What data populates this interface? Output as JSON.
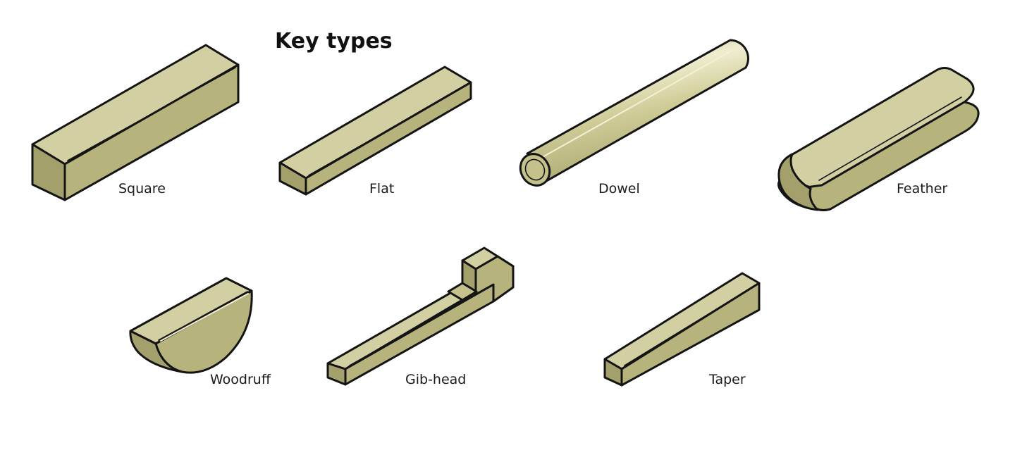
{
  "title": "Key types",
  "colors": {
    "top": "#d2d0a2",
    "front": "#b6b37c",
    "side": "#a3a06b",
    "outline": "#141414",
    "highlight": "#f3f0d6"
  },
  "keys": [
    {
      "id": "square",
      "label": "Square"
    },
    {
      "id": "flat",
      "label": "Flat"
    },
    {
      "id": "dowel",
      "label": "Dowel"
    },
    {
      "id": "feather",
      "label": "Feather"
    },
    {
      "id": "woodruff",
      "label": "Woodruff"
    },
    {
      "id": "gib-head",
      "label": "Gib-head"
    },
    {
      "id": "taper",
      "label": "Taper"
    }
  ]
}
